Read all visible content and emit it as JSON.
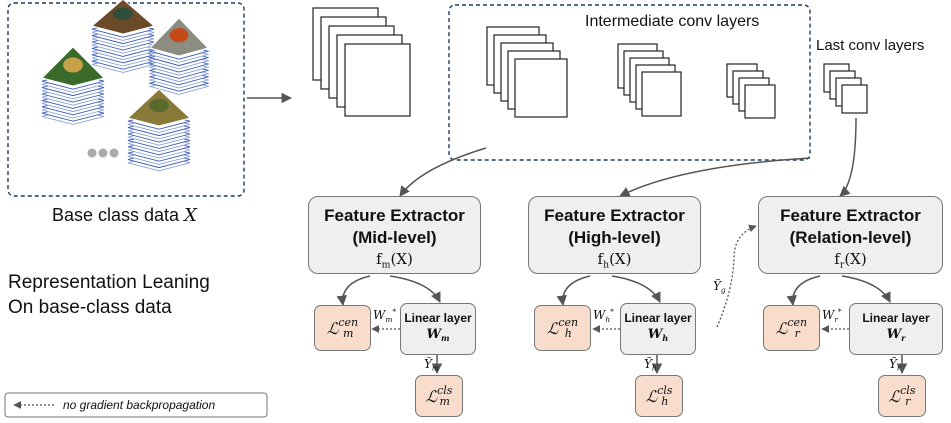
{
  "labels": {
    "intermediate_layers": "Intermediate conv layers",
    "last_layers": "Last conv layers",
    "base_data_text": "Base class data",
    "base_data_var": "X",
    "repr_line1": "Representation Leaning",
    "repr_line2": "On base-class data",
    "legend": "no gradient backpropagation"
  },
  "extractors": [
    {
      "title": "Feature Extractor",
      "level": "(Mid-level)",
      "func": "f",
      "sub": "m",
      "arg": "(X)"
    },
    {
      "title": "Feature Extractor",
      "level": "(High-level)",
      "func": "f",
      "sub": "h",
      "arg": "(X)"
    },
    {
      "title": "Feature Extractor",
      "level": "(Relation-level)",
      "func": "f",
      "sub": "r",
      "arg": "(X)"
    }
  ],
  "linear_layers": [
    {
      "title": "Linear layer",
      "w": "W",
      "sub": "m"
    },
    {
      "title": "Linear layer",
      "w": "W",
      "sub": "h"
    },
    {
      "title": "Linear layer",
      "w": "W",
      "sub": "r"
    }
  ],
  "cen_losses": [
    {
      "sym": "ℒ",
      "sup": "cen",
      "sub": "m"
    },
    {
      "sym": "ℒ",
      "sup": "cen",
      "sub": "h"
    },
    {
      "sym": "ℒ",
      "sup": "cen",
      "sub": "r"
    }
  ],
  "cls_losses": [
    {
      "sym": "ℒ",
      "sup": "cls",
      "sub": "m"
    },
    {
      "sym": "ℒ",
      "sup": "cls",
      "sub": "h"
    },
    {
      "sym": "ℒ",
      "sup": "cls",
      "sub": "r"
    }
  ],
  "weight_labels": [
    {
      "sym": "W",
      "sub": "m",
      "sup": "*"
    },
    {
      "sym": "W",
      "sub": "h",
      "sup": "*"
    },
    {
      "sym": "W",
      "sub": "r",
      "sup": "*"
    }
  ],
  "pred_labels": [
    {
      "sym": "Ỹ",
      "sub": "m"
    },
    {
      "sym": "Ỹ",
      "sub": "h"
    },
    {
      "sym": "Ỹ",
      "sub": "r"
    }
  ],
  "relation_input": {
    "sym": "Ỹ",
    "sub": "g"
  },
  "colors": {
    "loss_fill": "#f8dccc",
    "box_fill": "#efefef",
    "dashed_frame": "#1f3864",
    "arrow": "#555555"
  }
}
